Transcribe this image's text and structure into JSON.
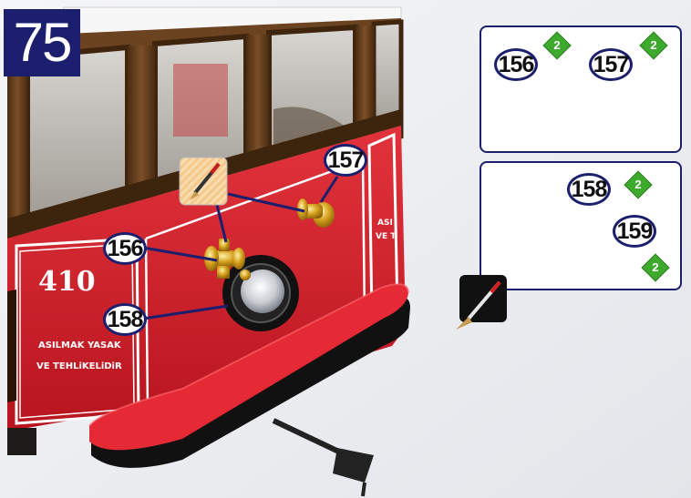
{
  "step": {
    "number": "75"
  },
  "tram": {
    "number": "410",
    "warning_line1": "ASILMAK YASAK",
    "warning_line2": "VE TEHLiKELiDiR",
    "side_text_1": "ASI",
    "side_text_2": "VE T"
  },
  "callouts": {
    "part_156": "156",
    "part_157": "157",
    "part_158": "158"
  },
  "parts_panel_top": {
    "items": [
      {
        "label": "156",
        "quantity": "2"
      },
      {
        "label": "157",
        "quantity": "2"
      }
    ]
  },
  "parts_panel_bottom": {
    "items": [
      {
        "label": "158",
        "quantity": "2"
      },
      {
        "label": "159",
        "quantity": "2"
      }
    ]
  },
  "icons": {
    "paint_light": "paintbrush-icon",
    "paint_dark": "paintbrush-icon"
  },
  "colors": {
    "tram_red": "#d8202b",
    "wood": "#6b4320",
    "badge_navy": "#1b1f6e",
    "quantity_green": "#3daa2e",
    "brass": "#d6a21e"
  }
}
